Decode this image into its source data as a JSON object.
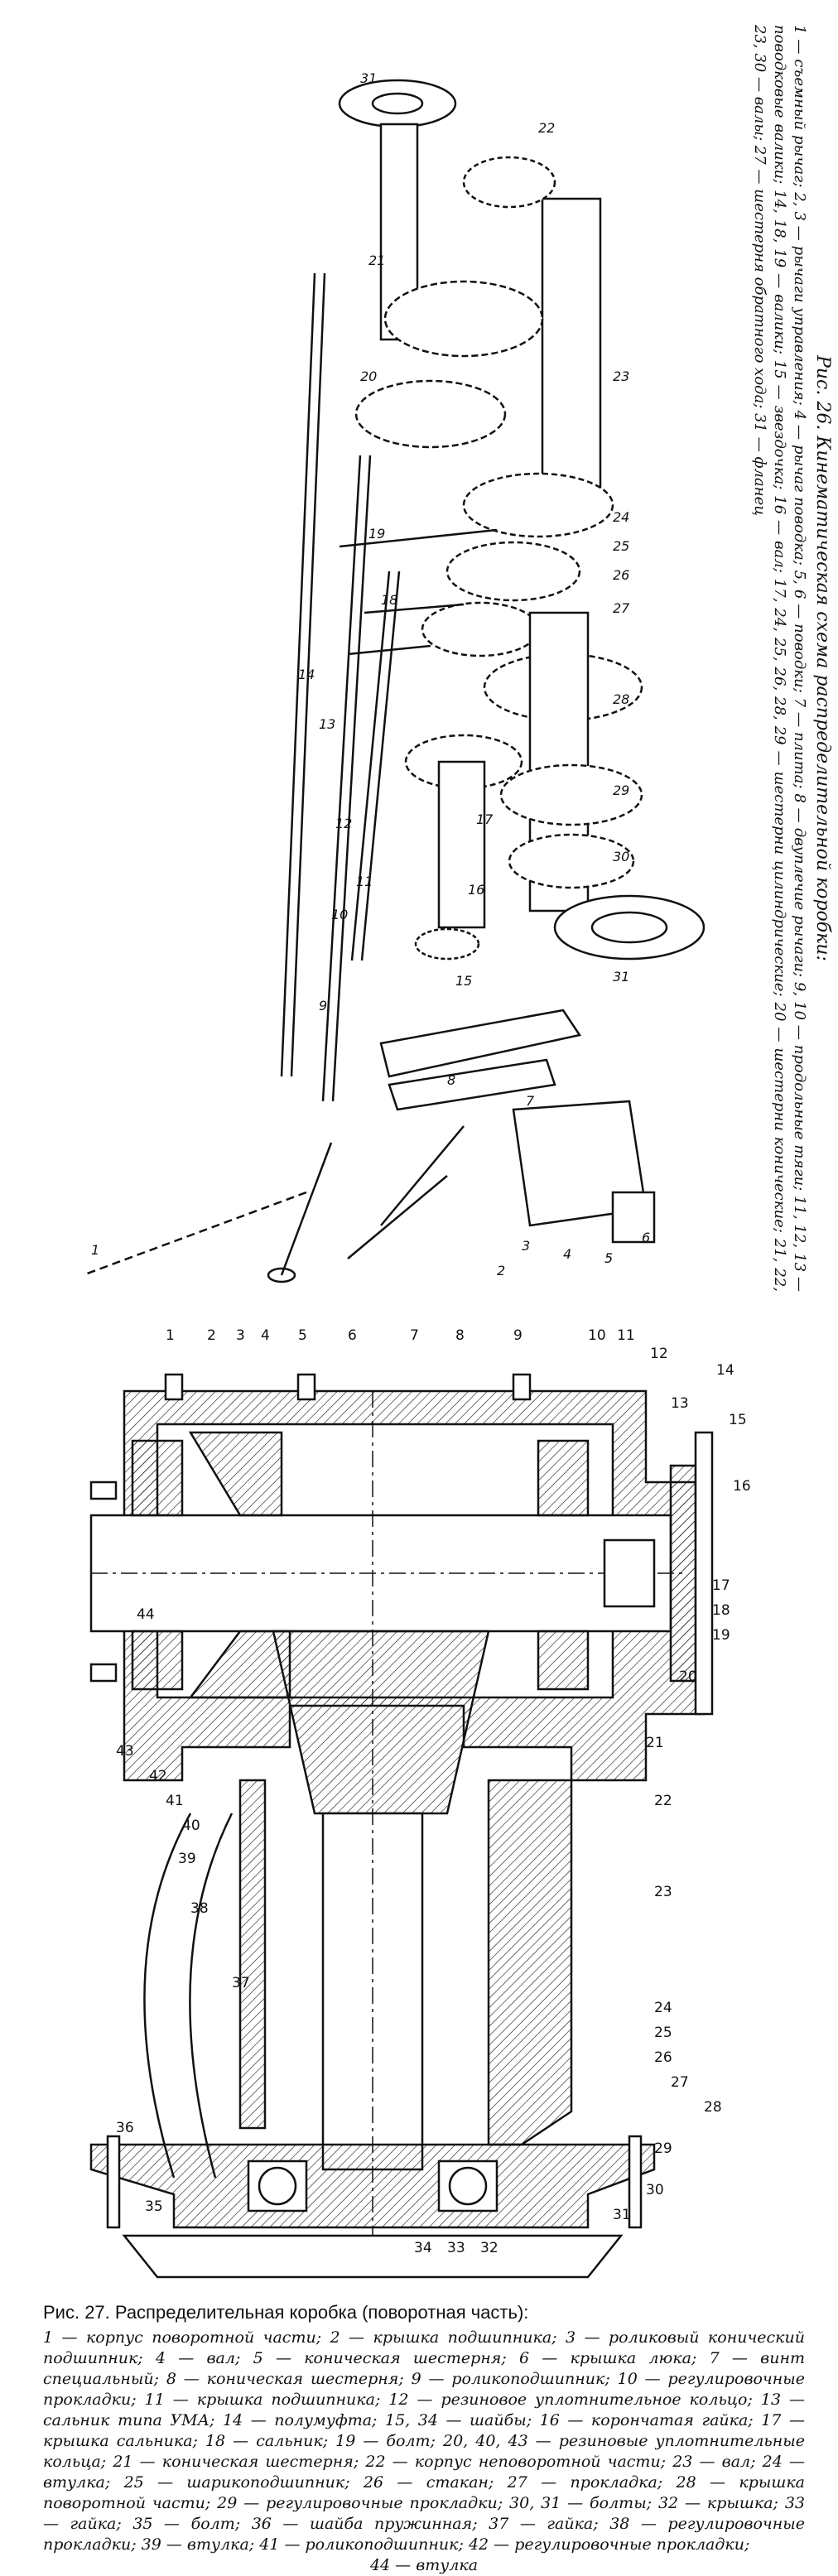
{
  "fig26": {
    "title": "Рис. 26. Кинематическая схема распределительной коробки:",
    "legend": "1 — съемный рычаг; 2, 3 — рычаги управления; 4 — рычаг поводка; 5, 6 — поводки; 7 — плита; 8 — двуплечие рычаги; 9, 10 — продольные тяги; 11, 12, 13 — поводковые валики; 14, 18, 19 — валики; 15 — звездочка; 16 — вал; 17, 24, 25, 26, 28, 29 — шестерни цилиндрические; 20 — шестерни конические; 21, 22, 23, 30 — валы; 27 — шестерня обратного хода; 31 — фланец",
    "labels": [
      "1",
      "2",
      "3",
      "4",
      "5",
      "6",
      "7",
      "8",
      "9",
      "10",
      "11",
      "12",
      "13",
      "14",
      "15",
      "16",
      "17",
      "18",
      "19",
      "20",
      "21",
      "22",
      "23",
      "24",
      "25",
      "26",
      "27",
      "28",
      "29",
      "30",
      "31",
      "31"
    ]
  },
  "fig27": {
    "title": "Рис. 27. Распределительная коробка (поворотная часть):",
    "legend": "1 — корпус поворотной части; 2 — крышка подшипника; 3 — роликовый конический подшипник; 4 — вал; 5 — коническая шестерня; 6 — крышка люка; 7 — винт специальный; 8 — коническая шестерня; 9 — роликоподшипник; 10 — регулировочные прокладки; 11 — крышка подшипника; 12 — резиновое уплотнительное кольцо; 13 — сальник типа УМА; 14 — полумуфта; 15, 34 — шайбы; 16 — корончатая гайка; 17 — крышка сальника; 18 — сальник; 19 — болт; 20, 40, 43 — резиновые уплотнительные кольца; 21 — коническая шестерня; 22 — корпус неповоротной части; 23 — вал; 24 — втулка; 25 — шарикоподшипник; 26 — стакан; 27 — прокладка; 28 — крышка поворотной части; 29 — регулировочные прокладки; 30, 31 — болты; 32 — крышка; 33 — гайка; 35 — болт; 36 — шайба пружинная; 37 — гайка; 38 — регулировочные прокладки; 39 — втулка; 41 — роликоподшипник; 42 — регулировочные прокладки;",
    "last": "44 — втулка",
    "labels": [
      "1",
      "2",
      "3",
      "4",
      "5",
      "6",
      "7",
      "8",
      "9",
      "10",
      "11",
      "12",
      "13",
      "14",
      "15",
      "16",
      "17",
      "18",
      "19",
      "20",
      "21",
      "22",
      "23",
      "24",
      "25",
      "26",
      "27",
      "28",
      "29",
      "30",
      "31",
      "32",
      "33",
      "34",
      "35",
      "36",
      "37",
      "38",
      "39",
      "40",
      "41",
      "42",
      "43",
      "44"
    ]
  }
}
